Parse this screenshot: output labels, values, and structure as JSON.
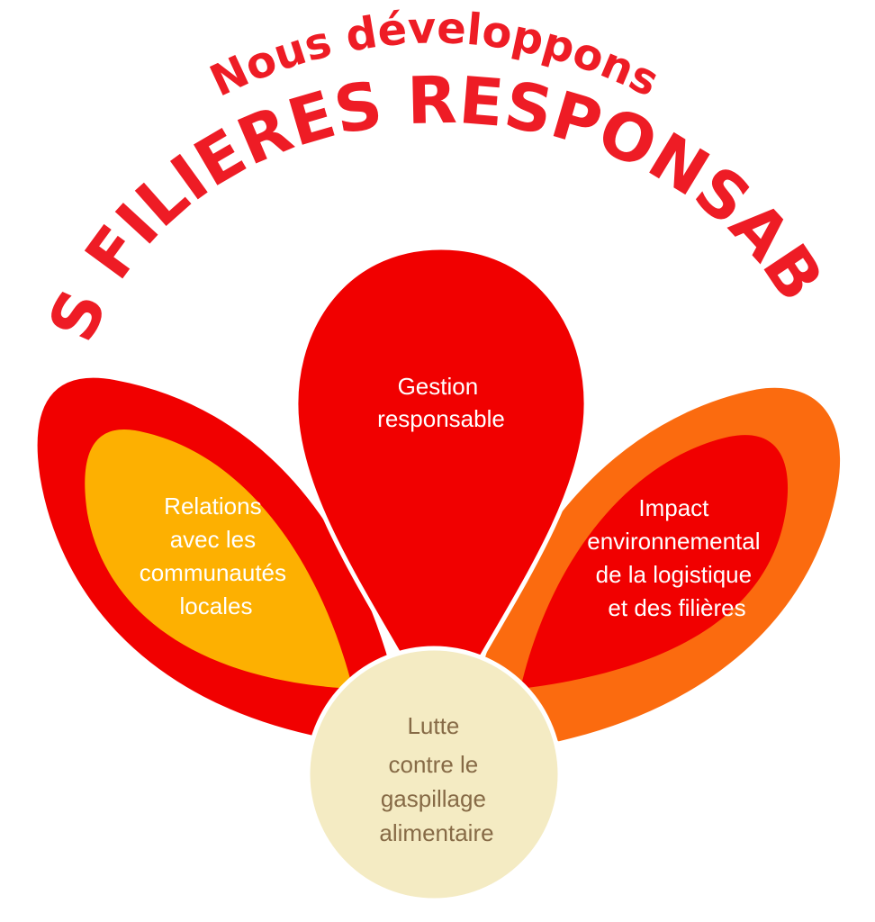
{
  "title": {
    "line1": "Nous développons",
    "line2": "DES FILIERES RESPONSABLES"
  },
  "colors": {
    "red": "#f10000",
    "title_red": "#ee1c25",
    "yellow": "#fdb001",
    "orange": "#fb6b0f",
    "cream": "#f4ebc3",
    "center_text": "#866a46"
  },
  "petals": {
    "top": {
      "lines": [
        "Gestion",
        "responsable"
      ]
    },
    "left": {
      "lines": [
        "Relations",
        "avec les",
        "communautés",
        "locales"
      ]
    },
    "right": {
      "lines": [
        "Impact",
        "environnemental",
        "de la logistique",
        "et des filières"
      ]
    }
  },
  "center": {
    "lines": [
      "Lutte",
      "contre le",
      "gaspillage",
      "alimentaire"
    ]
  }
}
